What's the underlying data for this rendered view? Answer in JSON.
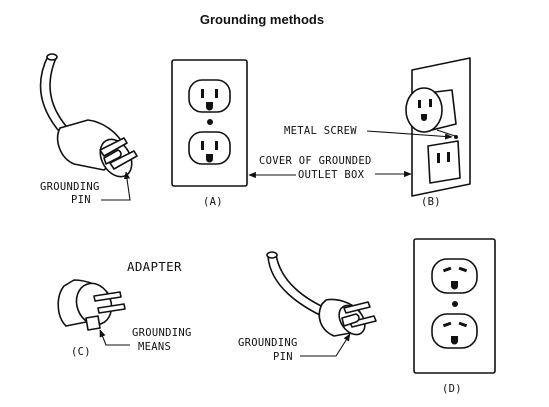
{
  "title": "Grounding methods",
  "labels": {
    "grounding_pin_top_1": "GROUNDING",
    "grounding_pin_top_2": "PIN",
    "metal_screw": "METAL SCREW",
    "cover_1": "COVER OF GROUNDED",
    "cover_2": "OUTLET BOX",
    "fig_a": "(A)",
    "fig_b": "(B)",
    "adapter": "ADAPTER",
    "grounding_means_1": "GROUNDING",
    "grounding_means_2": "MEANS",
    "fig_c": "(C)",
    "grounding_pin_bottom_1": "GROUNDING",
    "grounding_pin_bottom_2": "PIN",
    "fig_d": "(D)"
  }
}
